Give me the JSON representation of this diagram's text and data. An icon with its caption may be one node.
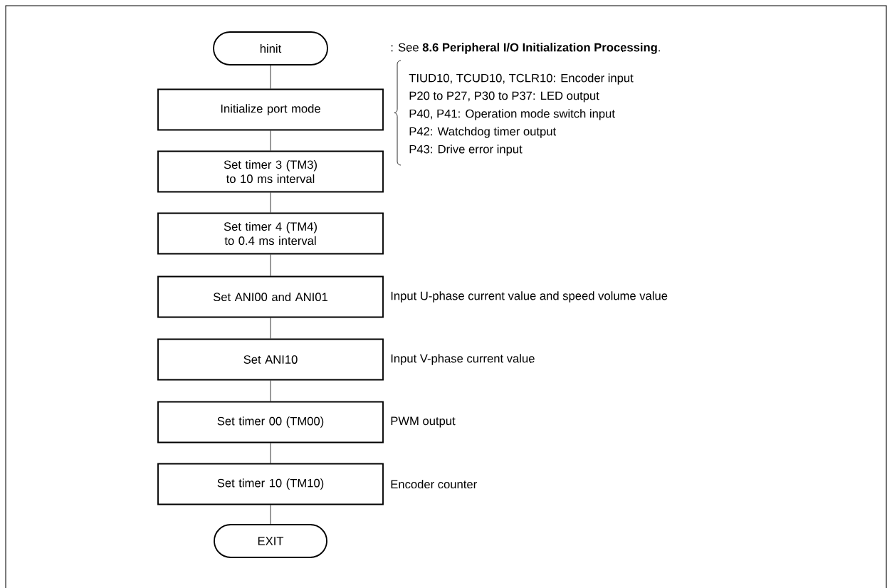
{
  "diagram": {
    "nodes": [
      {
        "text": [
          "hinit"
        ]
      },
      {
        "text": [
          "Initialize port mode"
        ],
        "beside": [
          "TIUD10, TCUD10, TCLR10:  Encoder input",
          "P20 to P27, P30 to P37:  LED output",
          "P40, P41:  Operation mode switch input",
          "P42:  Watchdog timer output",
          "P43:  Drive error input"
        ]
      },
      {
        "text": [
          "Set timer 3 (TM3) to 10 ms interval"
        ]
      },
      {
        "text": [
          "Set timer 4 (TM4) to 0.4 ms interval"
        ]
      },
      {
        "text": [
          "Set ANI00 and ANI01"
        ],
        "beside": [
          "Input U-phase current value and speed volume value"
        ]
      },
      {
        "text": [
          "Set ANI10"
        ],
        "beside": [
          "Input V-phase current value"
        ]
      },
      {
        "text": [
          "Set timer 00 (TM00)"
        ],
        "beside": [
          "PWM output"
        ]
      },
      {
        "text": [
          "Set timer 10 (TM10)"
        ],
        "beside": [
          "Encoder counter"
        ]
      },
      {
        "text": [
          "EXIT"
        ]
      }
    ],
    "edges": [
      {
        "from": 0,
        "to": 1,
        "arrow": "none"
      },
      {
        "from": 1,
        "to": 2,
        "arrow": "none"
      },
      {
        "from": 2,
        "to": 3,
        "arrow": "none"
      },
      {
        "from": 3,
        "to": 4,
        "arrow": "none"
      },
      {
        "from": 4,
        "to": 5,
        "arrow": "none"
      },
      {
        "from": 5,
        "to": 6,
        "arrow": "none"
      },
      {
        "from": 6,
        "to": 7,
        "arrow": "none"
      },
      {
        "from": 7,
        "to": 8,
        "arrow": "none"
      }
    ],
    "labels": [
      ":  See **8.6  Peripheral I/O Initialization Processing**."
    ]
  }
}
